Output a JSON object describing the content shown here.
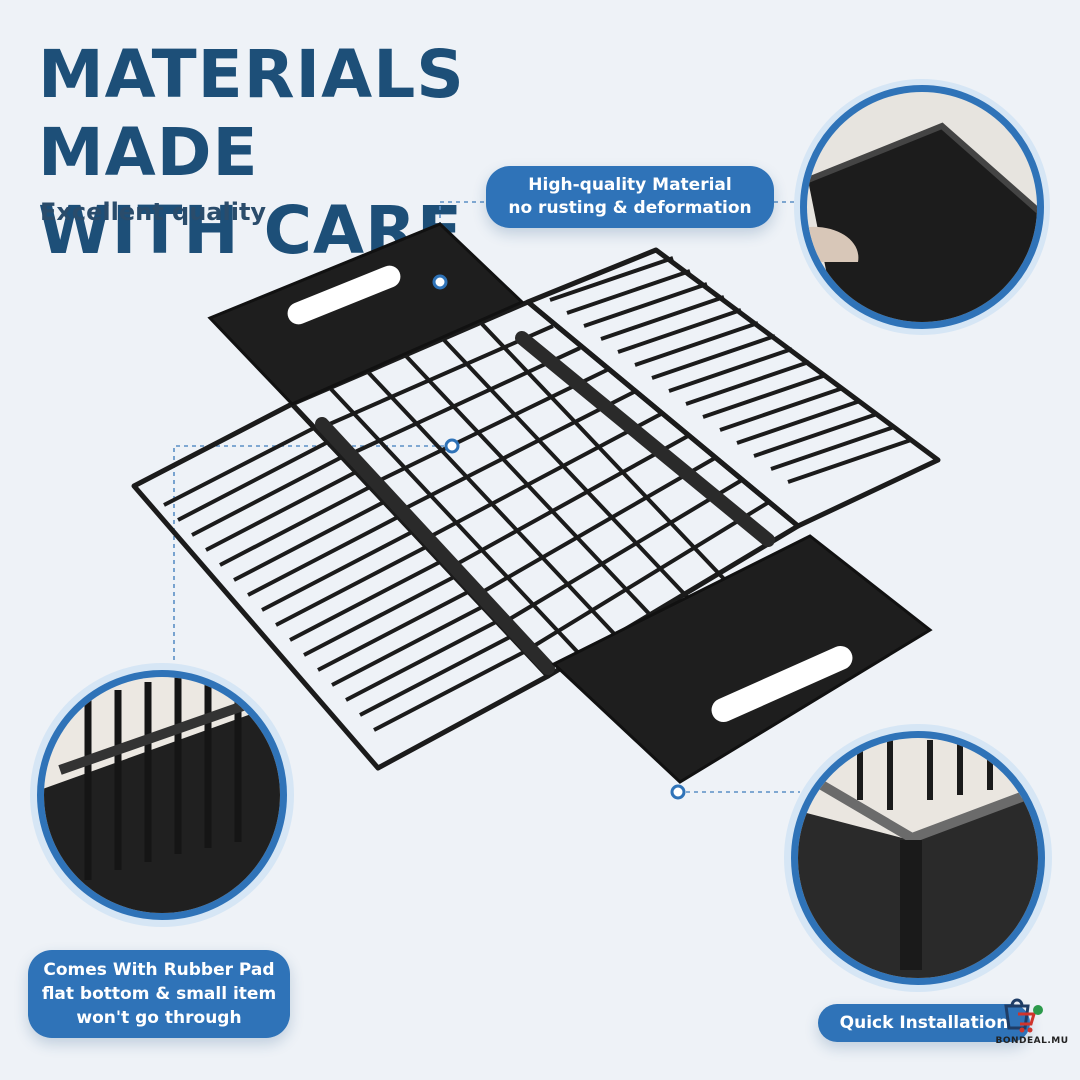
{
  "headline": {
    "line1": "MATERIALS MADE",
    "line2": "WITH CARE"
  },
  "subtitle": "Excellent quality",
  "callouts": {
    "material": {
      "line1": "High-quality Material",
      "line2": "no rusting & deformation"
    },
    "rubber_pad": {
      "line1": "Comes With Rubber Pad",
      "line2": "flat bottom & small item",
      "line3": "won't go through"
    },
    "installation": "Quick Installation"
  },
  "watermark_text": "BONDEAL.MU",
  "colors": {
    "background": "#eef2f7",
    "headline": "#1d4f78",
    "accent": "#2f73b8",
    "product": "#1b1b1b"
  }
}
